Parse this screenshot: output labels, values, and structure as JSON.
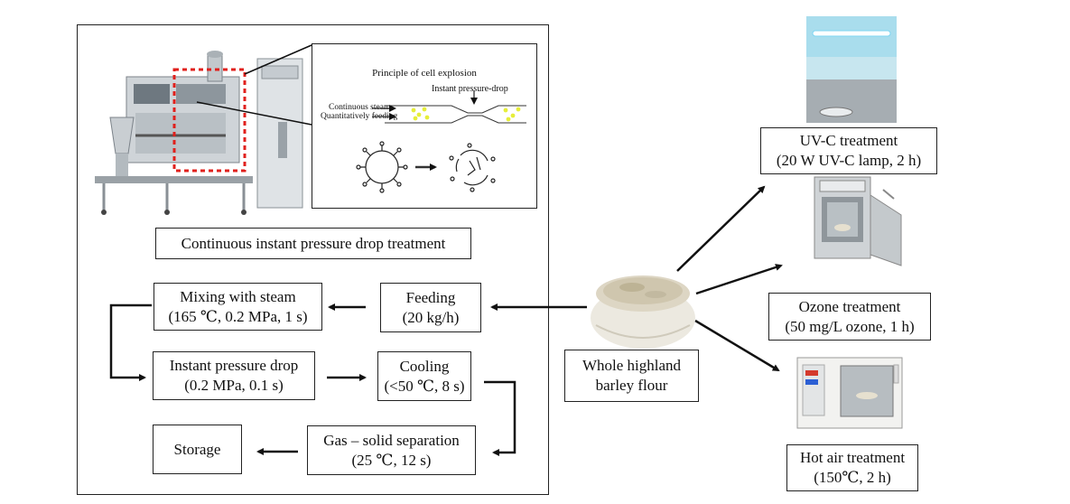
{
  "principle": {
    "title": "Principle of cell explosion",
    "pressure_drop": "Instant pressure-drop",
    "steam": "Continuous steam",
    "feeding": "Quantitatively feeding"
  },
  "main_title": "Continuous instant pressure drop treatment",
  "steps": {
    "feeding": [
      "Feeding",
      "(20 kg/h)"
    ],
    "mixing": [
      "Mixing with steam",
      "(165 ℃, 0.2 MPa, 1 s)"
    ],
    "instant": [
      "Instant pressure drop",
      "(0.2 MPa, 0.1 s)"
    ],
    "cooling": [
      "Cooling",
      "(<50 ℃, 8 s)"
    ],
    "separation": [
      "Gas – solid separation",
      "(25 ℃, 12 s)"
    ],
    "storage": [
      "Storage"
    ]
  },
  "flour": [
    "Whole highland",
    "barley flour"
  ],
  "treatments": {
    "uvc": [
      "UV-C treatment",
      "(20 W UV-C lamp, 2 h)"
    ],
    "ozone": [
      "Ozone treatment",
      "(50 mg/L ozone, 1 h)"
    ],
    "hotair": [
      "Hot air treatment",
      "(150℃, 2 h)"
    ]
  },
  "colors": {
    "dashed_frame": "#e0201c",
    "uv_glow": "#7fd6f2",
    "steam_dots": "#e6ee3a"
  }
}
